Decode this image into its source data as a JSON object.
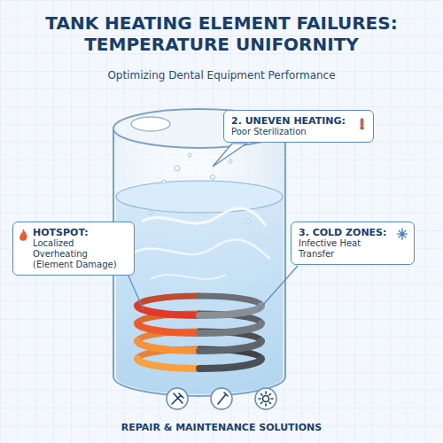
{
  "diagram": {
    "title": "TANK HEATING ELEMENT FAILURES: TEMPERATURE UNIFORNITY",
    "nodes": [
      {
        "text": [
          "2. UNEVEN HEATING:",
          "Poor Sterilization"
        ]
      },
      {
        "text": [
          "HOTSPOT:",
          "Localized Overheating (Element Damage)"
        ]
      },
      {
        "text": [
          "3. COLD ZONES:",
          "Infective Heat Transfer"
        ]
      }
    ],
    "labels": [
      "Optimizing Dental Equipment Performance",
      "REPAIR & MAINTENANCE SOLUTIONS"
    ]
  }
}
